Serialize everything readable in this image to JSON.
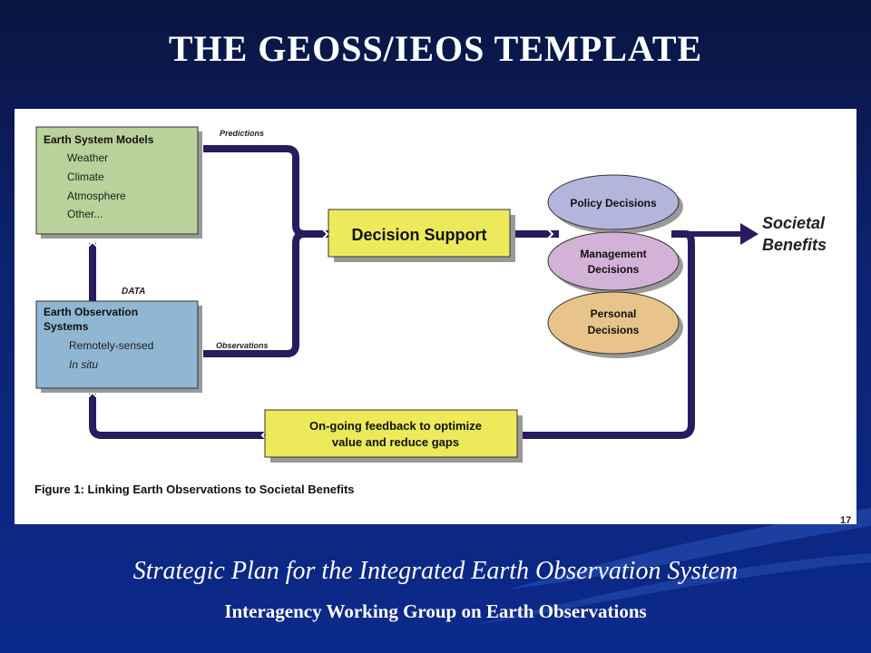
{
  "slide": {
    "title": "THE GEOSS/IEOS TEMPLATE",
    "footer_title": "Strategic Plan for the Integrated Earth Observation System",
    "footer_subtitle": "Interagency Working Group on Earth Observations",
    "page_number": "17"
  },
  "figure": {
    "caption": "Figure 1:  Linking Earth Observations to Societal Benefits",
    "models_box": {
      "title": "Earth System Models",
      "items": [
        "Weather",
        "Climate",
        "Atmosphere",
        "Other..."
      ]
    },
    "observation_box": {
      "title_line1": "Earth Observation",
      "title_line2": "Systems",
      "items": [
        "Remotely-sensed",
        "In situ"
      ]
    },
    "decision_support": "Decision Support",
    "policy_decisions": "Policy Decisions",
    "management_decisions": [
      "Management",
      "Decisions"
    ],
    "personal_decisions": [
      "Personal",
      "Decisions"
    ],
    "societal_benefits": [
      "Societal",
      "Benefits"
    ],
    "feedback": [
      "On-going feedback to optimize",
      "value and reduce gaps"
    ],
    "labels": {
      "predictions": "Predictions",
      "observations": "Observations",
      "data": "DATA"
    }
  },
  "colors": {
    "line": "#2a1a5e",
    "models_fill": "#b9d19a",
    "observation_fill": "#8fb6d2",
    "decision_fill": "#ecea5a",
    "policy_fill": "#b3b5dc",
    "management_fill": "#d2b2d6",
    "personal_fill": "#e8c48a"
  }
}
